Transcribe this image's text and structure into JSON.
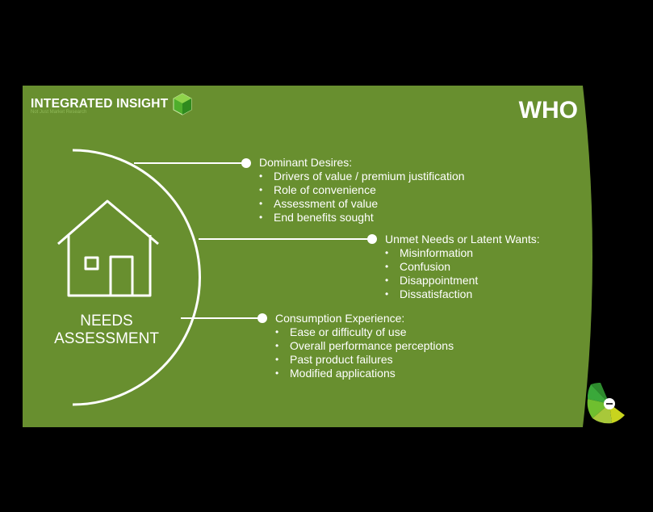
{
  "logo": {
    "text": "INTEGRATED INSIGHT",
    "tagline": "Not Just Market Research"
  },
  "slide_title": "WHO",
  "center": {
    "label_line1": "NEEDS",
    "label_line2": "ASSESSMENT",
    "icon": "house-icon"
  },
  "groups": [
    {
      "heading": "Dominant Desires:",
      "items": [
        "Drivers of value / premium justification",
        "Role of convenience",
        "Assessment of value",
        "End benefits sought"
      ]
    },
    {
      "heading": "Unmet Needs or Latent Wants:",
      "items": [
        "Misinformation",
        "Confusion",
        "Disappointment",
        "Dissatisfaction"
      ]
    },
    {
      "heading": "Consumption Experience:",
      "items": [
        "Ease or difficulty of use",
        "Overall performance perceptions",
        "Past product failures",
        "Modified applications"
      ]
    }
  ],
  "colors": {
    "slide_bg": "#688f2f",
    "page_bg": "#000000",
    "accent": "#6fbf2f",
    "wheel_yellow": "#c8d41e"
  }
}
